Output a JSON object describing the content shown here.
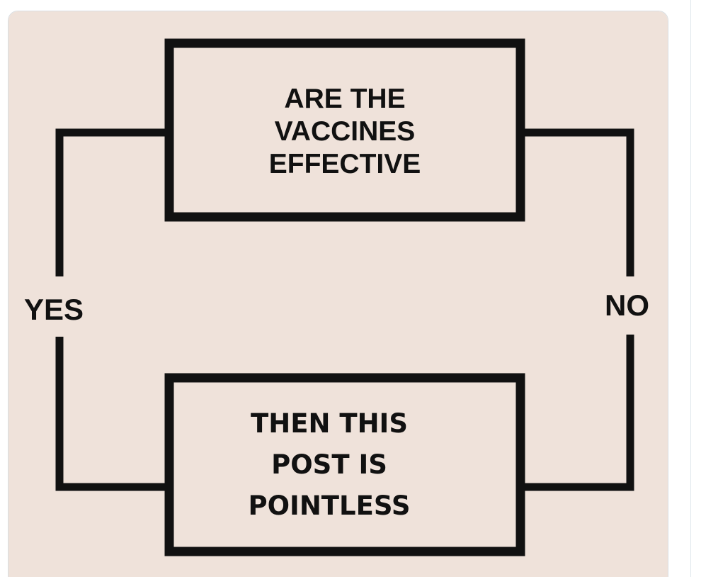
{
  "diagram": {
    "top_box": {
      "lines": [
        "ARE THE",
        "VACCINES",
        "EFFECTIVE"
      ]
    },
    "bottom_box": {
      "lines": [
        "THEN THIS",
        "POST IS",
        "POINTLESS"
      ]
    },
    "left_edge_label": "YES",
    "right_edge_label": "NO"
  },
  "colors": {
    "card_background": "#efe2da",
    "stroke": "#111111"
  }
}
